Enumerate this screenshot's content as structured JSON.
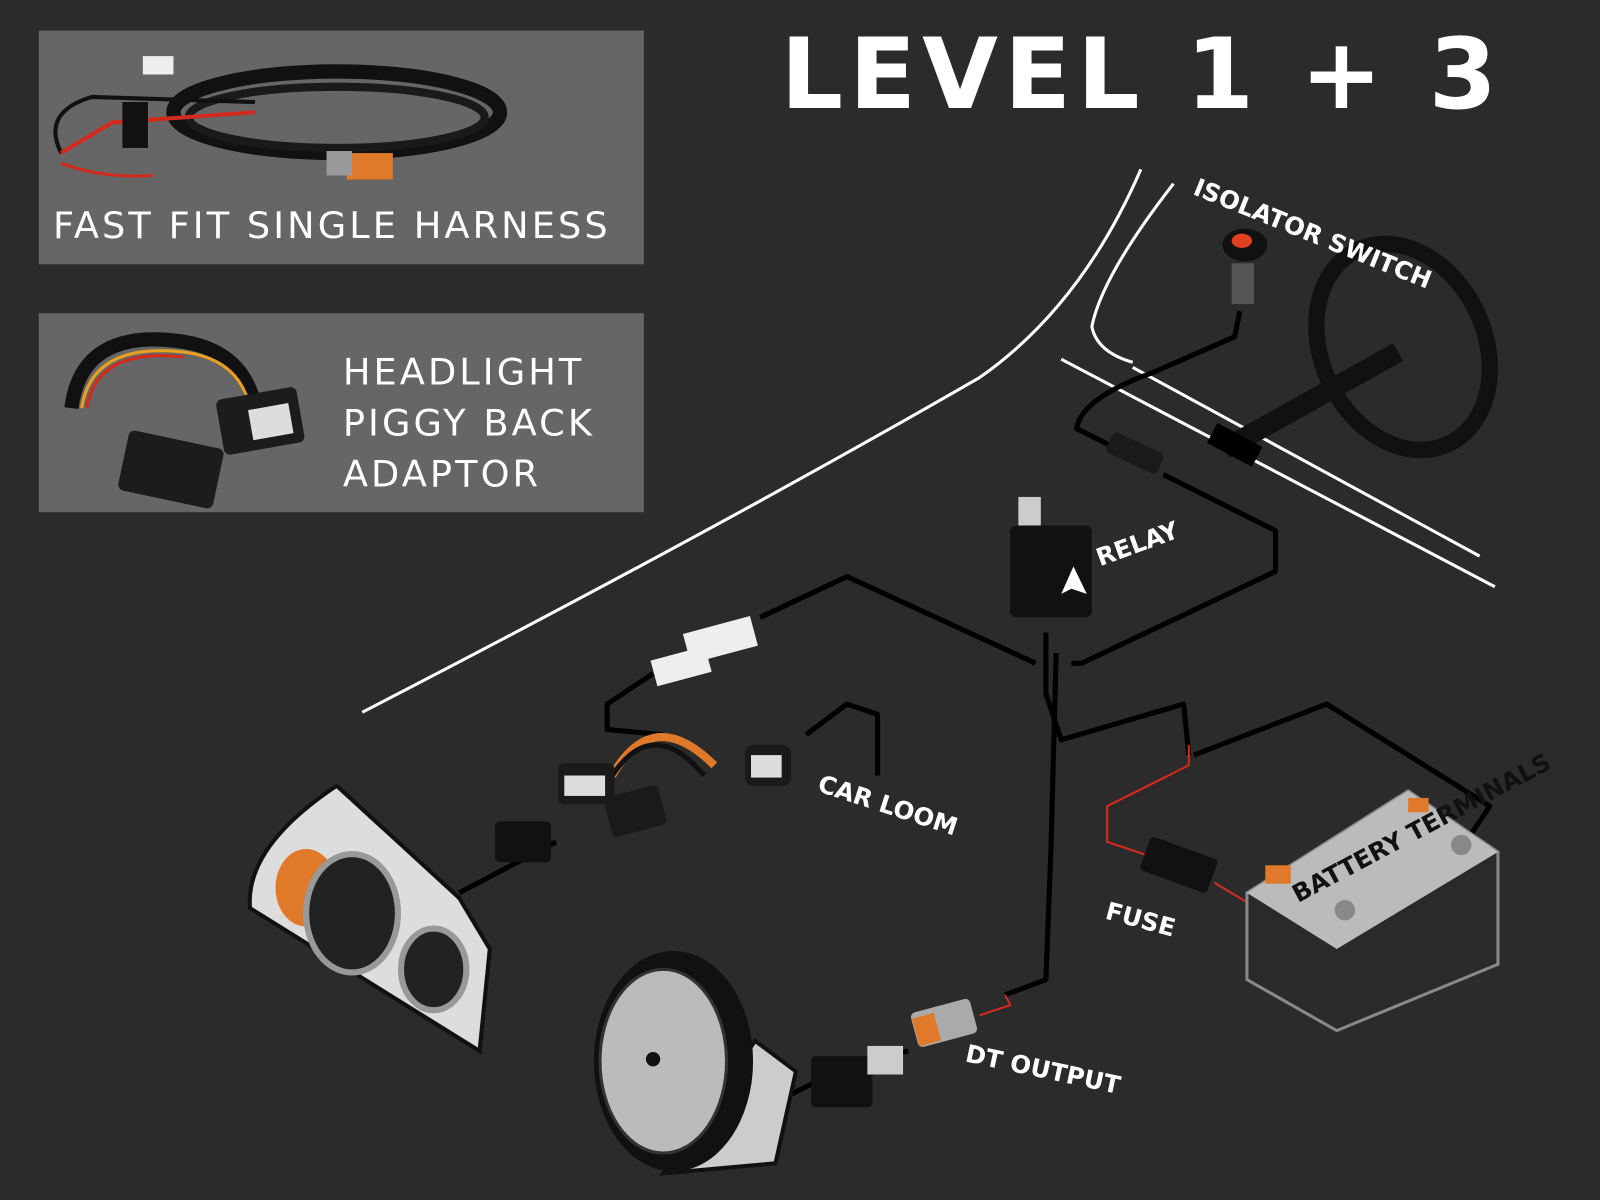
{
  "title": "LEVEL 1 + 3",
  "panels": {
    "harness": {
      "label": "FAST FIT SINGLE HARNESS"
    },
    "adaptor": {
      "lines": [
        "HEADLIGHT",
        "PIGGY BACK",
        "ADAPTOR"
      ]
    }
  },
  "diagram_labels": {
    "isolator_switch": "ISOLATOR SWITCH",
    "relay": "RELAY",
    "car_loom": "CAR LOOM",
    "fuse": "FUSE",
    "battery_terminals": "BATTERY TERMINALS",
    "dt_output": "DT OUTPUT"
  },
  "colors": {
    "background": "#2b2b2b",
    "panel": "#666666",
    "wire_positive": "#d42a1e",
    "connector_accent": "#e07a2a"
  }
}
